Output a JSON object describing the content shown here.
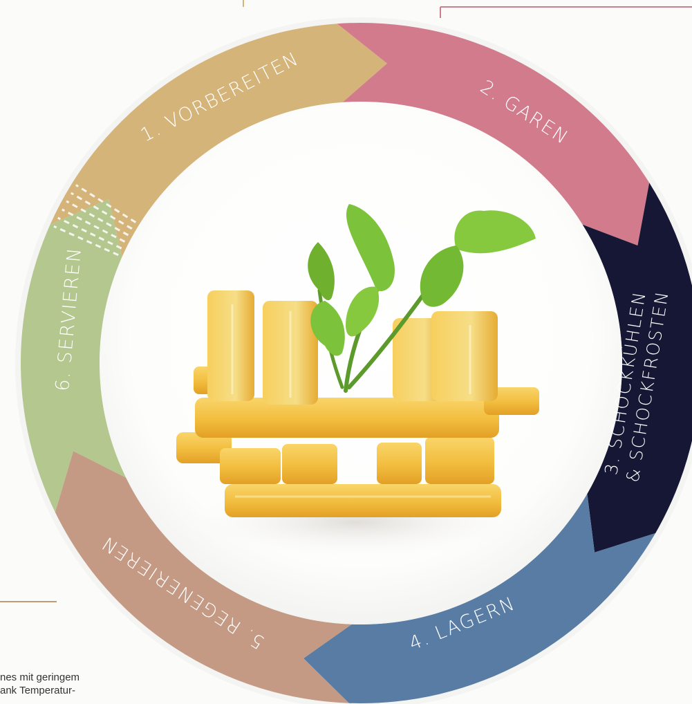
{
  "cycle": {
    "steps": [
      {
        "id": "vorbereiten",
        "label": "1. VORBEREITEN",
        "color": "#d5b47a"
      },
      {
        "id": "garen",
        "label": "2. GAREN",
        "color": "#d27b8c"
      },
      {
        "id": "schockkuehlen",
        "label": "3. SCHOCKKÜHLEN",
        "label2": "& SCHOCKFROSTEN",
        "color": "#151734"
      },
      {
        "id": "lagern",
        "label": "4. LAGERN",
        "color": "#587ca3"
      },
      {
        "id": "regenerieren",
        "label": "5. REGENERIEREN",
        "color": "#c49a85"
      },
      {
        "id": "servieren",
        "label": "6. SERVIEREN",
        "color": "#b3c78e"
      }
    ],
    "center_image": "french-fries-with-parsley"
  },
  "accent_lines": {
    "gold": "#d5b47a",
    "pink": "#c97f8c",
    "bronze": "#c29a73"
  },
  "caption": {
    "line1": "nes mit geringem",
    "line2": "ank Temperatur-"
  }
}
